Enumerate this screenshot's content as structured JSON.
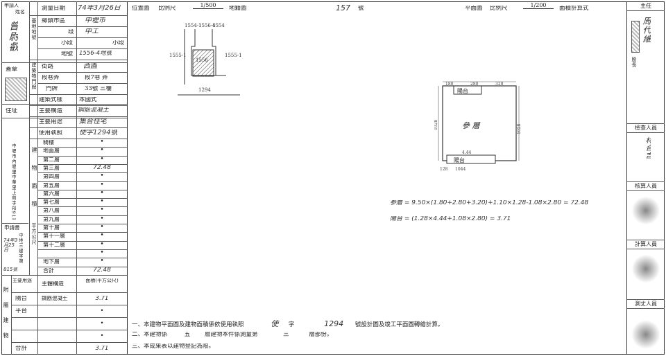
{
  "left_table": {
    "header_top": "申請人",
    "header_name": "姓名",
    "applicant_sig": "曾尉叡",
    "seal_label": "蓋章",
    "address_label": "住址",
    "address_vertical": "中壢市內壢里中華里上前字段91號",
    "survey_date_label": "測量日期",
    "survey_date_value": "74年3月26日",
    "group_label_1": "基地地號",
    "township_label": "鄉鎮市區",
    "township_value": "中壢市",
    "section_label": "段",
    "section_value": "中工",
    "subsection_label": "小段",
    "subsection_value": "小段",
    "lot_label": "地號",
    "lot_value": "1556-4地號",
    "group_label_2": "建築物門牌",
    "road_label": "街路",
    "road_value": "西園",
    "alley_label": "段巷弄",
    "alley_value": "段7巷 弄",
    "door_label": "門牌",
    "door_value": "33號 三樓",
    "style_label": "建築式樣",
    "style_value": "本國式",
    "structure_label": "主要構造",
    "structure_value": "鋼筋混凝土",
    "use_label": "主要用途",
    "use_value": "集合住宅",
    "permit_label": "使用執照",
    "permit_value": "使字1294號",
    "area_group": "建物面積",
    "unit_label": "平方公尺",
    "floors": [
      {
        "label": "騎樓",
        "value": "•"
      },
      {
        "label": "地面層",
        "value": "•"
      },
      {
        "label": "第二層",
        "value": "•"
      },
      {
        "label": "第三層",
        "value": "72.48"
      },
      {
        "label": "第四層",
        "value": "•"
      },
      {
        "label": "第五層",
        "value": "•"
      },
      {
        "label": "第六層",
        "value": "•"
      },
      {
        "label": "第七層",
        "value": "•"
      },
      {
        "label": "第八層",
        "value": "•"
      },
      {
        "label": "第九層",
        "value": "•"
      },
      {
        "label": "第十層",
        "value": "•"
      },
      {
        "label": "第十一層",
        "value": "•"
      },
      {
        "label": "第十二層",
        "value": "•"
      },
      {
        "label": "",
        "value": "•"
      },
      {
        "label": "地下層",
        "value": "•"
      },
      {
        "label": "合計",
        "value": "72.48"
      }
    ],
    "office_label": "申請書",
    "office_vertical": "中地三建字第",
    "year_note": "74年3月25日",
    "number_note": "815號",
    "attach_header": "附屬建物",
    "attach_use": "主要用途",
    "attach_struct": "主體構造",
    "attach_area": "面積(平方公尺)",
    "attach_rows": [
      {
        "use": "陽台",
        "struct": "鋼筋混凝土",
        "area": "3.71"
      },
      {
        "use": "平台",
        "struct": "",
        "area": "•"
      },
      {
        "use": "",
        "struct": "",
        "area": "•"
      },
      {
        "use": "",
        "struct": "",
        "area": "•"
      },
      {
        "use": "合計",
        "struct": "",
        "area": "3.71"
      }
    ]
  },
  "drawing": {
    "location_label": "位置圖",
    "scale_label": "比例尺",
    "location_scale": "1/500",
    "map_label": "地籍圖",
    "number_value": "157",
    "number_suffix": "號",
    "plan_label": "平面圖",
    "plan_scale": "1/200",
    "plan_method": "面積計算式",
    "lots": [
      "1556",
      "1556-4",
      "1554",
      "1555-1",
      "1554-1",
      "1294"
    ],
    "plan_room": "參 層",
    "plan_balcony_top": "陽台",
    "plan_balcony_bottom": "陽台",
    "dims": [
      "180",
      "280",
      "320",
      "1028",
      "1028",
      "4.44",
      "128",
      "1044"
    ],
    "calc_1": "参層 = 9.50×(1.80+2.80+3.20)+1.10×1.28-1.08×2.80 = 72.48",
    "calc_2": "陽台 = (1.28×4.44+1.08×2.80) = 3.71"
  },
  "notes": {
    "n1_prefix": "一、本建物平面圖及建物面積係依使用執照",
    "n1_char": "使",
    "n1_word": "字",
    "n1_num": "1294",
    "n1_suffix": "號設計圖及竣工平面圖轉繪計算。",
    "n2_prefix": "二、本建物係",
    "n2_a": "五",
    "n2_mid": "層建物本件係測量第",
    "n2_b": "三",
    "n2_suffix": "層部份。",
    "n3": "三、本成果表以建物登記為限。"
  },
  "right_col": {
    "top_label": "主任",
    "sig_1": "周代維",
    "rank_label": "股長",
    "checker_label": "檢查人員",
    "checker_sig": "林合吉",
    "reviewer_label": "核算人員",
    "calc_label": "計算人員",
    "surveyor_label": "測丈人員"
  }
}
